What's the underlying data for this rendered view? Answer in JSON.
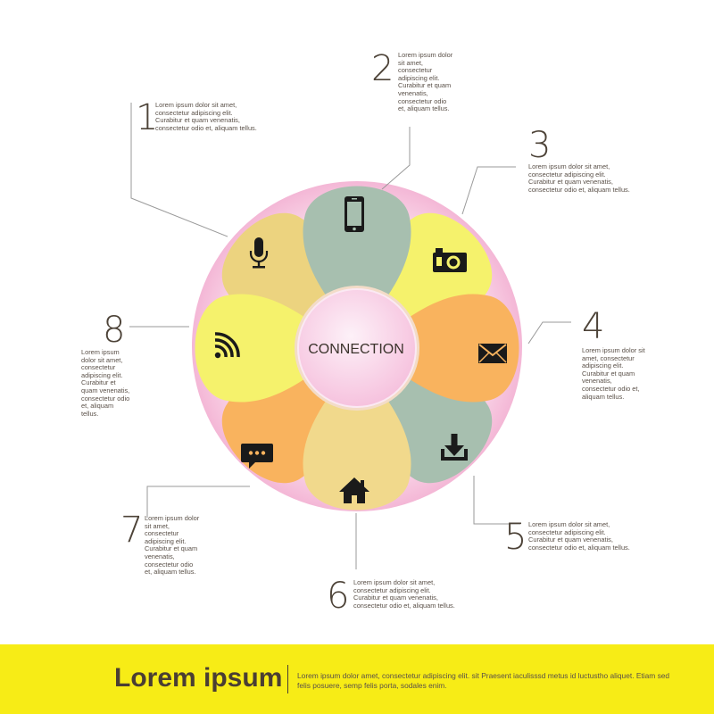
{
  "center": {
    "label": "CONNECTION"
  },
  "items": [
    {
      "number": "1",
      "text": "Lorem ipsum dolor sit amet,\nconsectetur adipiscing elit.\nCurabitur et quam venenatis,\nconsectetur odio et, aliquam tellus.",
      "icon": "microphone-icon",
      "color": "#ecd37f"
    },
    {
      "number": "2",
      "text": "Lorem ipsum dolor\nsit amet,\nconsectetur\nadipiscing elit.\nCurabitur et quam\nvenenatis,\nconsectetur odio\net, aliquam tellus.",
      "icon": "smartphone-icon",
      "color": "#a7bfaf"
    },
    {
      "number": "3",
      "text": "Lorem ipsum dolor sit amet,\nconsectetur adipiscing elit.\nCurabitur et quam venenatis,\nconsectetur odio et, aliquam tellus.",
      "icon": "camera-icon",
      "color": "#f5f26c"
    },
    {
      "number": "4",
      "text": "Lorem ipsum dolor sit\namet, consectetur\nadipiscing elit.\nCurabitur et quam\nvenenatis,\nconsectetur odio et,\naliquam tellus.",
      "icon": "envelope-icon",
      "color": "#f9b35e"
    },
    {
      "number": "5",
      "text": "Lorem ipsum dolor sit amet,\nconsectetur adipiscing elit.\nCurabitur et quam venenatis,\nconsectetur odio et, aliquam tellus.",
      "icon": "download-icon",
      "color": "#a7bfaf"
    },
    {
      "number": "6",
      "text": "Lorem ipsum dolor sit amet,\nconsectetur adipiscing elit.\nCurabitur et quam venenatis,\nconsectetur odio et, aliquam tellus.",
      "icon": "home-icon",
      "color": "#f1d98c"
    },
    {
      "number": "7",
      "text": "Lorem ipsum dolor\nsit amet,\nconsectetur\nadipiscing elit.\nCurabitur et quam\nvenenatis,\nconsectetur odio\net, aliquam tellus.",
      "icon": "chat-bubble-icon",
      "color": "#f9b35e"
    },
    {
      "number": "8",
      "text": "Lorem ipsum\ndolor sit amet,\nconsectetur\nadipiscing elit.\nCurabitur et\nquam venenatis,\nconsectetur odio\net, aliquam\ntellus.",
      "icon": "wifi-signal-icon",
      "color": "#f5f26c"
    }
  ],
  "footer": {
    "title": "Lorem ipsum",
    "text": "Lorem ipsum dolor amet, consectetur adipiscing elit. sit Praesent iaculisssd metus id luctustho aliquet. Etiam sed felis posuere, semp felis porta, sodales enim."
  },
  "colors": {
    "footer_bar": "#f7ec16",
    "ring": "#f4b7d6",
    "center": "#f8cfe6",
    "text": "#4d4338",
    "icon": "#1a1a1a"
  }
}
